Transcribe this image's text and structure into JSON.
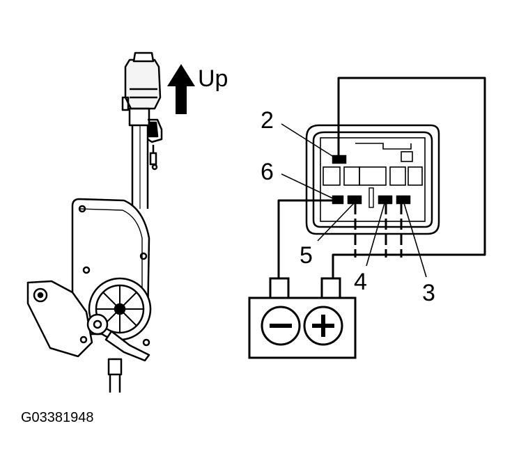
{
  "arrow_label": "Up",
  "pins": {
    "p2": "2",
    "p6": "6",
    "p5": "5",
    "p4": "4",
    "p3": "3"
  },
  "battery": {
    "negative": "−",
    "positive": "+"
  },
  "figure_id": "G03381948"
}
